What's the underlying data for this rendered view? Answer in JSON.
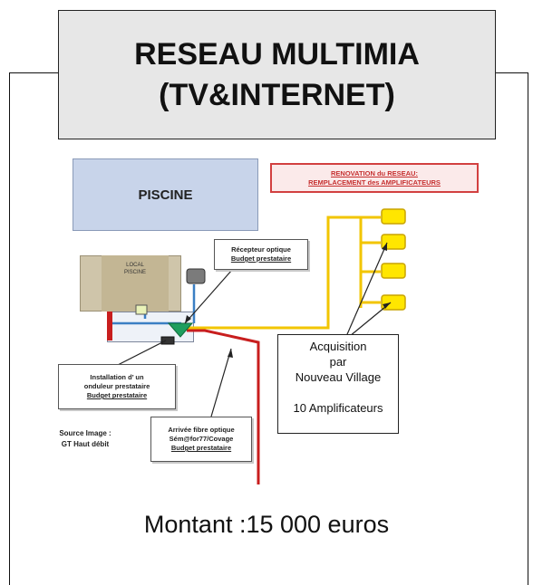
{
  "title": {
    "line1": "RESEAU MULTIMIA",
    "line2": "(TV&INTERNET)"
  },
  "diagram": {
    "piscine_label": "PISCINE",
    "renovation_banner": {
      "line1": "RENOVATION du RESEAU:",
      "line2": "REMPLACEMENT des AMPLIFICATEURS"
    },
    "local_piscine": {
      "line1": "LOCAL",
      "line2": "PISCINE"
    },
    "recepteur_callout": {
      "line1": "Récepteur optique",
      "line2": "Budget prestataire"
    },
    "onduleur_callout": {
      "line1": "Installation d’ un",
      "line2": "onduleur prestataire",
      "line3": "Budget prestataire"
    },
    "fibre_callout": {
      "line1": "Arrivée fibre optique",
      "line2": "Sém@for77/Covage",
      "line3": "Budget prestataire"
    },
    "source": {
      "line1": "Source Image :",
      "line2": "GT Haut débit"
    },
    "acquisition_box": {
      "line1": "Acquisition",
      "line2": "par",
      "line3": "Nouveau Village",
      "line4": "10 Amplificateurs"
    },
    "colors": {
      "piscine_fill": "#c8d4ea",
      "local_fill": "#cfc5aa",
      "yellow_cable": "#f2c500",
      "amplifier_fill": "#ffe600",
      "blue_cable": "#3b7fc4",
      "red_fibre": "#c81e1e",
      "triangle_green": "#1e9e5e",
      "renovation_red": "#d24040"
    }
  },
  "footer": {
    "montant": "Montant  :15 000 euros"
  }
}
